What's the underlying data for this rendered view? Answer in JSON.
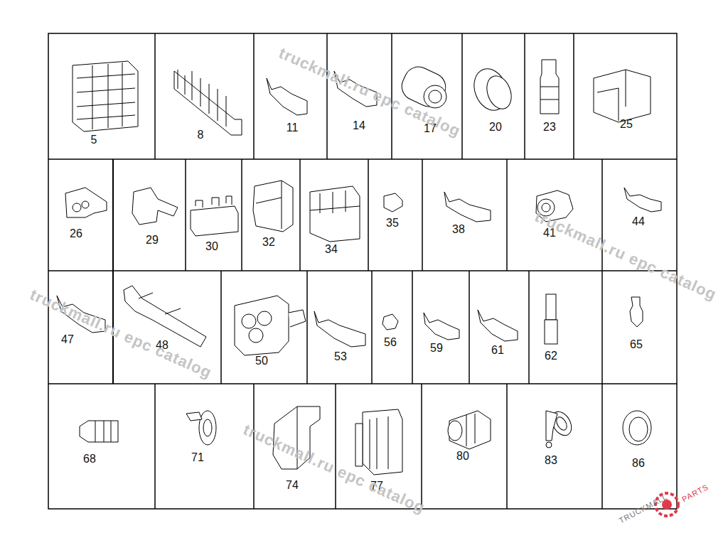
{
  "diagram": {
    "labels": [
      "5",
      "8",
      "11",
      "14",
      "17",
      "20",
      "23",
      "25",
      "26",
      "29",
      "30",
      "32",
      "34",
      "35",
      "38",
      "41",
      "44",
      "47",
      "48",
      "50",
      "53",
      "56",
      "59",
      "61",
      "62",
      "65",
      "68",
      "71",
      "74",
      "77",
      "80",
      "83",
      "86",
      "truckmall.ru epc catalog",
      "truckmall.ru epc catalog",
      "truckmall.ru epc catalog",
      "truckmall.ru epc catalog",
      "TRUCKMALL",
      "PARTS"
    ]
  }
}
